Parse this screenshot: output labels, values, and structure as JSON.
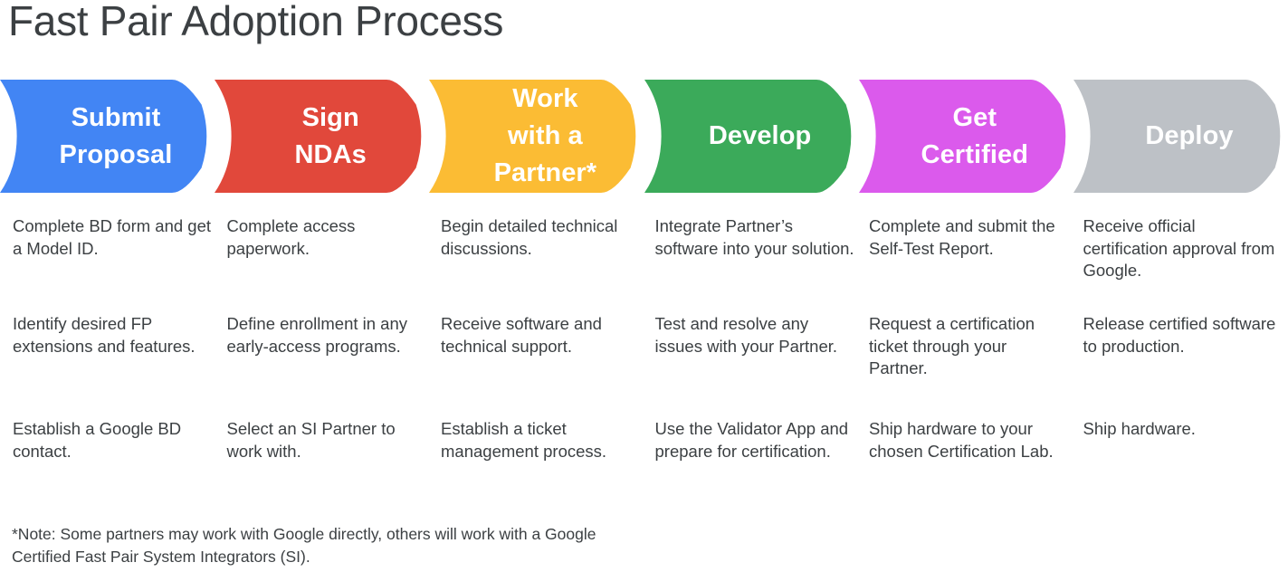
{
  "title": "Fast Pair Adoption Process",
  "colors": {
    "blue": "#4285F4",
    "red": "#E1483B",
    "yellow": "#FBBC34",
    "green": "#3BAA5A",
    "magenta": "#DB5AEC",
    "gray": "#BDC1C6",
    "text": "#3c4043",
    "label_text": "#ffffff"
  },
  "steps": [
    {
      "label": "Submit\nProposal",
      "color": "#4285F4",
      "bullets": [
        "Complete BD form and get a Model ID.",
        "Identify desired FP extensions and features.",
        "Establish a Google BD contact."
      ]
    },
    {
      "label": "Sign\nNDAs",
      "color": "#E1483B",
      "bullets": [
        "Complete access paperwork.",
        "Define enrollment in any early-access programs.",
        "Select an SI Partner to work with."
      ]
    },
    {
      "label": "Work\nwith a\nPartner*",
      "color": "#FBBC34",
      "bullets": [
        "Begin detailed technical discussions.",
        "Receive software and technical support.",
        "Establish a ticket management process."
      ]
    },
    {
      "label": "Develop",
      "color": "#3BAA5A",
      "bullets": [
        "Integrate Partner’s software into your solution.",
        "Test and resolve any issues with your Partner.",
        "Use the Validator App and prepare for certification."
      ]
    },
    {
      "label": "Get\nCertified",
      "color": "#DB5AEC",
      "bullets": [
        "Complete and submit the Self-Test Report.",
        "Request a certification ticket through your Partner.",
        "Ship hardware to your chosen Certification Lab."
      ]
    },
    {
      "label": "Deploy",
      "color": "#BDC1C6",
      "bullets": [
        "Receive official certification approval from Google.",
        "Release certified software to production.",
        "Ship hardware."
      ]
    }
  ],
  "footnote": "*Note: Some partners may work with Google directly, others will work with a Google Certified Fast Pair System Integrators (SI)."
}
